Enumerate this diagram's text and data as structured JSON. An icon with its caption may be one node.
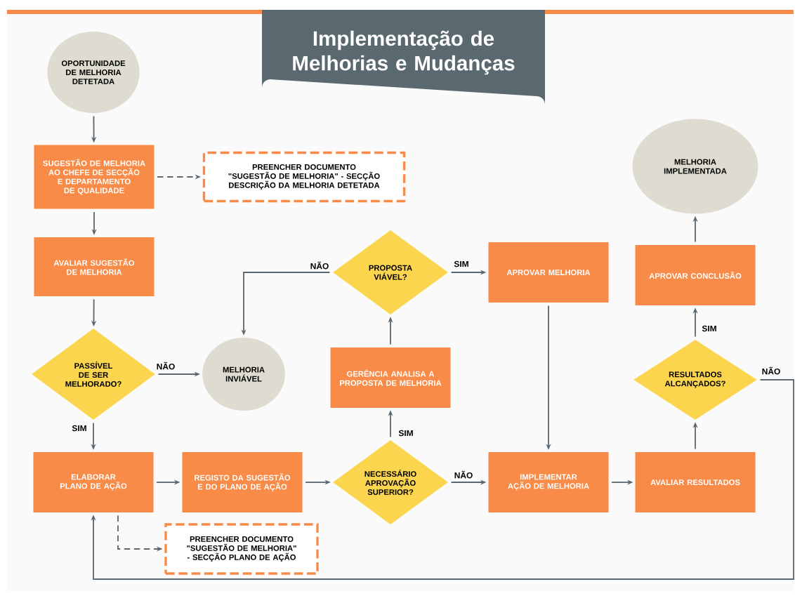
{
  "diagram": {
    "title": "Implementação de Melhorias e Mudanças",
    "nodes": [
      {
        "text": [
          "OPORTUNIDADE DE MELHORIA DETETADA"
        ]
      },
      {
        "text": [
          "SUGESTÃO DE MELHORIA AO CHEFE DE SECÇÃO E DEPARTAMENTO DE QUALIDADE"
        ]
      },
      {
        "text": [
          "PREENCHER DOCUMENTO \"SUGESTÃO DE MELHORIA\" - SECÇÃO DESCRIÇÃO DA MELHORIA DETETADA"
        ]
      },
      {
        "text": [
          "MELHORIA IMPLEMENTADA"
        ]
      },
      {
        "text": [
          "PROPOSTA VIÁVEL?"
        ]
      },
      {
        "text": [
          "APROVAR MELHORIA"
        ]
      },
      {
        "text": [
          "APROVAR CONCLUSÃO"
        ]
      },
      {
        "text": [
          "AVALIAR SUGESTÃO DE MELHORIA"
        ]
      },
      {
        "text": [
          "PASSÍVEL DE SER MELHORADO?"
        ]
      },
      {
        "text": [
          "MELHORIA INVIÁVEL"
        ]
      },
      {
        "text": [
          "GERÊNCIA ANALISA A PROPOSTA DE MELHORIA"
        ]
      },
      {
        "text": [
          "RESULTADOS ALCANÇADOS?"
        ]
      },
      {
        "text": [
          "ELABORAR PLANO DE AÇÃO"
        ]
      },
      {
        "text": [
          "REGISTO DA SUGESTÃO E DO PLANO DE AÇÃO"
        ]
      },
      {
        "text": [
          "NECESSÁRIO APROVAÇÃO SUPERIOR?"
        ]
      },
      {
        "text": [
          "IMPLEMENTAR AÇÃO DE MELHORIA"
        ]
      },
      {
        "text": [
          "AVALIAR RESULTADOS"
        ]
      },
      {
        "text": [
          "PREENCHER DOCUMENTO \"SUGESTÃO DE MELHORIA\" - SECÇÃO PLANO DE AÇÃO"
        ]
      }
    ],
    "edges": [
      {
        "from": 0,
        "to": 1,
        "arrow": "to"
      },
      {
        "from": 1,
        "to": 2,
        "arrow": "to",
        "style": "dashed"
      },
      {
        "from": 1,
        "to": 7,
        "arrow": "to"
      },
      {
        "from": 7,
        "to": 8,
        "arrow": "to"
      },
      {
        "from": 8,
        "to": 9,
        "arrow": "to",
        "label": "NÃO"
      },
      {
        "from": 8,
        "to": 12,
        "arrow": "to",
        "label": "SIM"
      },
      {
        "from": 12,
        "to": 13,
        "arrow": "to"
      },
      {
        "from": 13,
        "to": 14,
        "arrow": "to"
      },
      {
        "from": 14,
        "to": 10,
        "arrow": "to",
        "label": "SIM"
      },
      {
        "from": 14,
        "to": 15,
        "arrow": "to",
        "label": "NÃO"
      },
      {
        "from": 10,
        "to": 4,
        "arrow": "to"
      },
      {
        "from": 4,
        "to": 9,
        "arrow": "to",
        "label": "NÃO"
      },
      {
        "from": 4,
        "to": 5,
        "arrow": "to",
        "label": "SIM"
      },
      {
        "from": 5,
        "to": 15,
        "arrow": "to"
      },
      {
        "from": 15,
        "to": 16,
        "arrow": "to"
      },
      {
        "from": 16,
        "to": 11,
        "arrow": "to"
      },
      {
        "from": 11,
        "to": 6,
        "arrow": "to",
        "label": "SIM"
      },
      {
        "from": 6,
        "to": 3,
        "arrow": "to"
      },
      {
        "from": 11,
        "to": 12,
        "arrow": "to",
        "label": "NÃO"
      },
      {
        "from": 12,
        "to": 17,
        "arrow": "to",
        "style": "dashed"
      }
    ]
  }
}
